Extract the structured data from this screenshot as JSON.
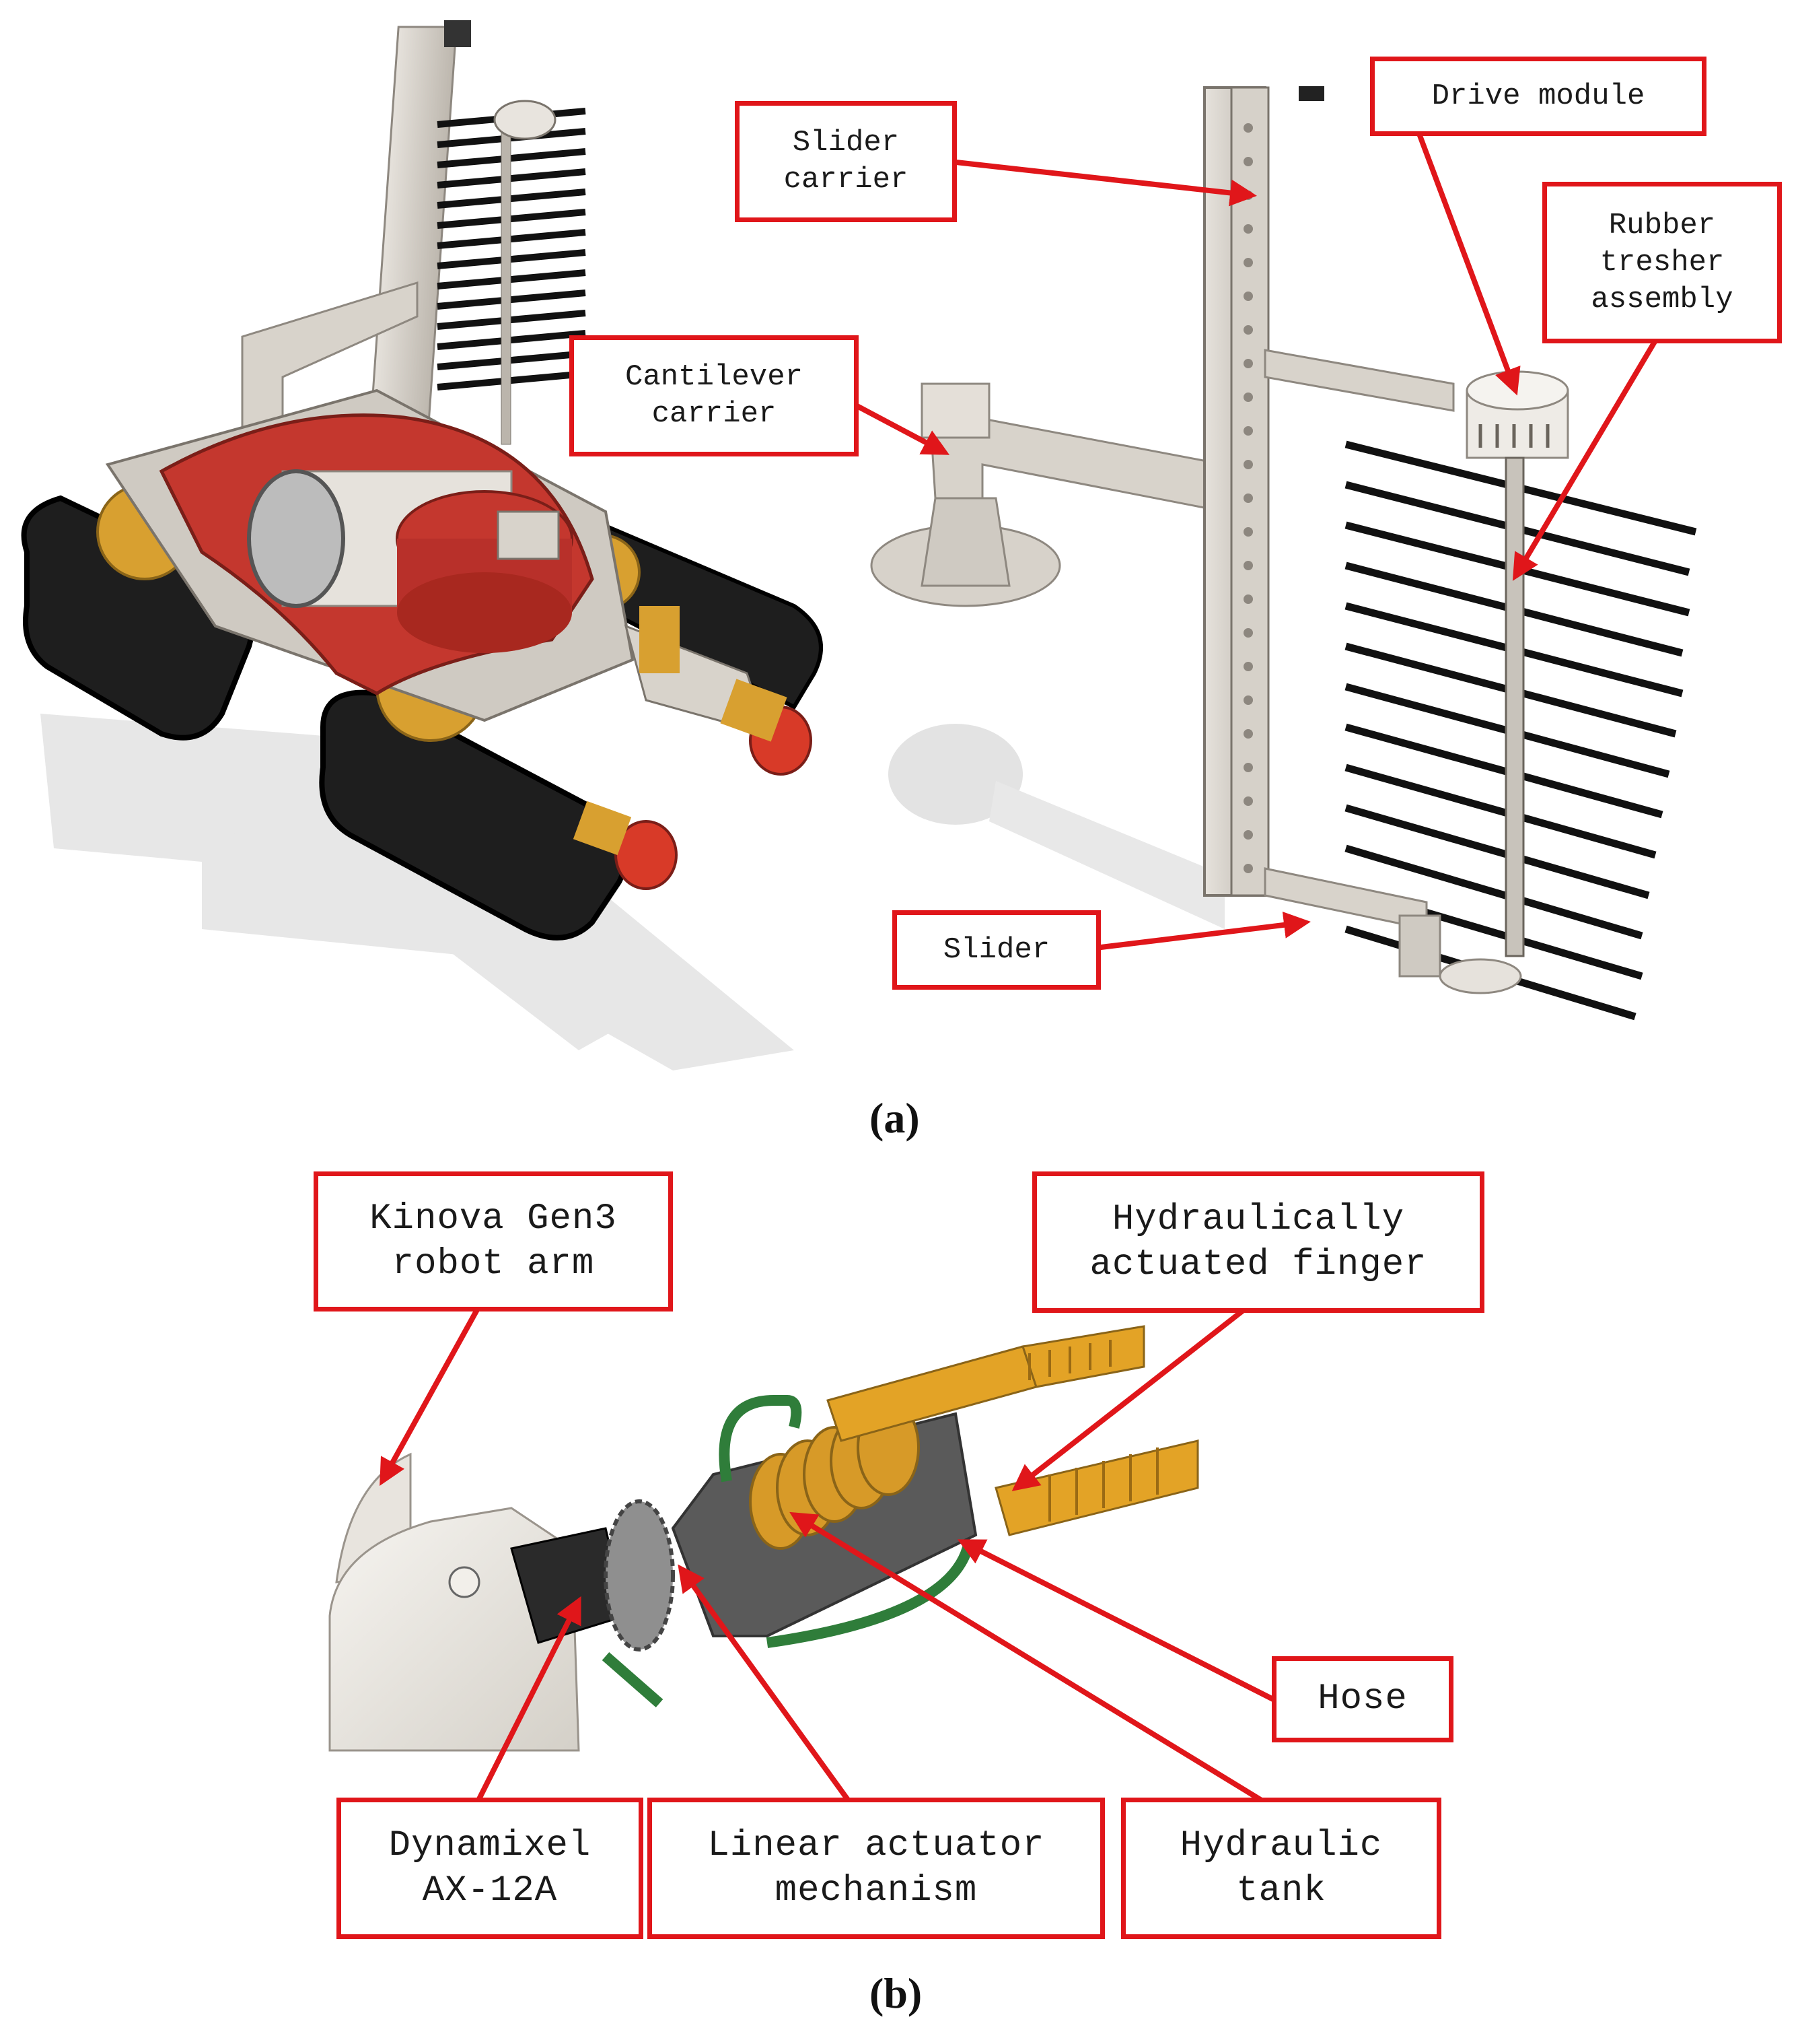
{
  "panel_a": {
    "caption": "(a)",
    "callouts": {
      "slider_carrier": [
        "Slider",
        "carrier"
      ],
      "drive_module": [
        "Drive module"
      ],
      "rubber_tresher": [
        "Rubber",
        "tresher",
        "assembly"
      ],
      "cantilever_carrier": [
        "Cantilever",
        "carrier"
      ],
      "slider": [
        "Slider"
      ]
    }
  },
  "panel_b": {
    "caption": "(b)",
    "callouts": {
      "kinova_arm": [
        "Kinova Gen3",
        "robot arm"
      ],
      "hydraulic_finger": [
        "Hydraulically",
        "actuated finger"
      ],
      "hose": [
        "Hose"
      ],
      "dynamixel": [
        "Dynamixel",
        "AX-12A"
      ],
      "linear_actuator": [
        "Linear actuator",
        "mechanism"
      ],
      "hydraulic_tank": [
        "Hydraulic",
        "tank"
      ]
    }
  },
  "colors": {
    "callout_red": "#e0161a",
    "frame_gray": "#cfcac2",
    "body_red": "#c4372e",
    "gear_gold": "#d8a030",
    "track_black": "#1e1e1e",
    "hose_green": "#2f7d3a",
    "brush_black": "#111111"
  }
}
